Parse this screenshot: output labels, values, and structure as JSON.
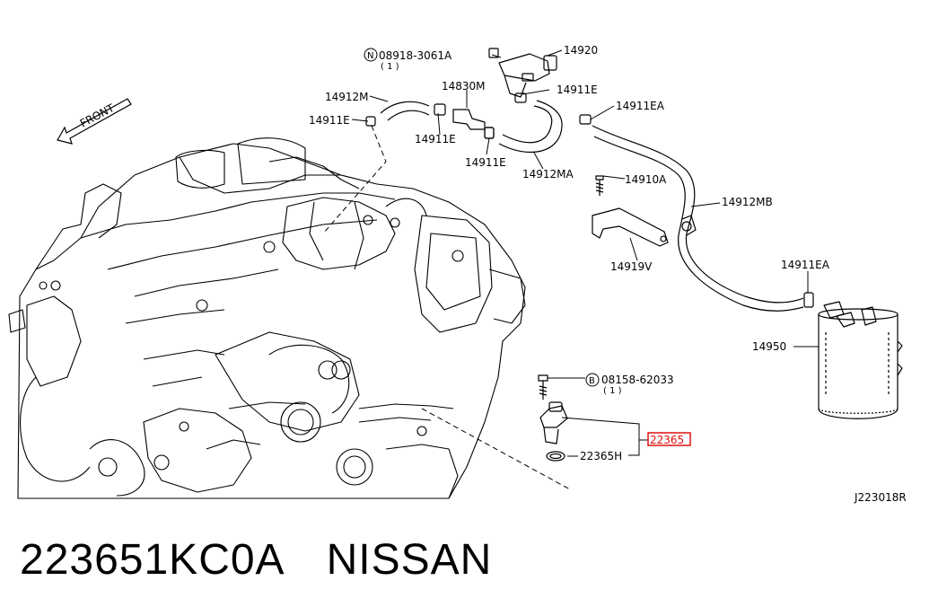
{
  "diagram": {
    "front_label": "FRONT",
    "callouts": {
      "n08918": "08918-3061A",
      "n08918_qty": "( 1 )",
      "c14920": "14920",
      "c14912M": "14912M",
      "c14830M": "14830M",
      "c14911E_a": "14911E",
      "c14911E_b": "14911E",
      "c14911E_c": "14911E",
      "c14911E_d": "14911E",
      "c14911EA_a": "14911EA",
      "c14912MA": "14912MA",
      "c14910A": "14910A",
      "c14912MB": "14912MB",
      "c14919V": "14919V",
      "c14911EA_b": "14911EA",
      "c14950": "14950",
      "b08158": "08158-62033",
      "b08158_qty": "( 1 )",
      "c22365": "22365",
      "c22365H": "22365H",
      "ref_code": "J223018R"
    },
    "circle_symbols": {
      "nut": "N",
      "bolt": "B"
    },
    "highlight_color": "#e01010"
  },
  "caption": {
    "part_number": "223651KC0A",
    "brand": "NISSAN"
  }
}
